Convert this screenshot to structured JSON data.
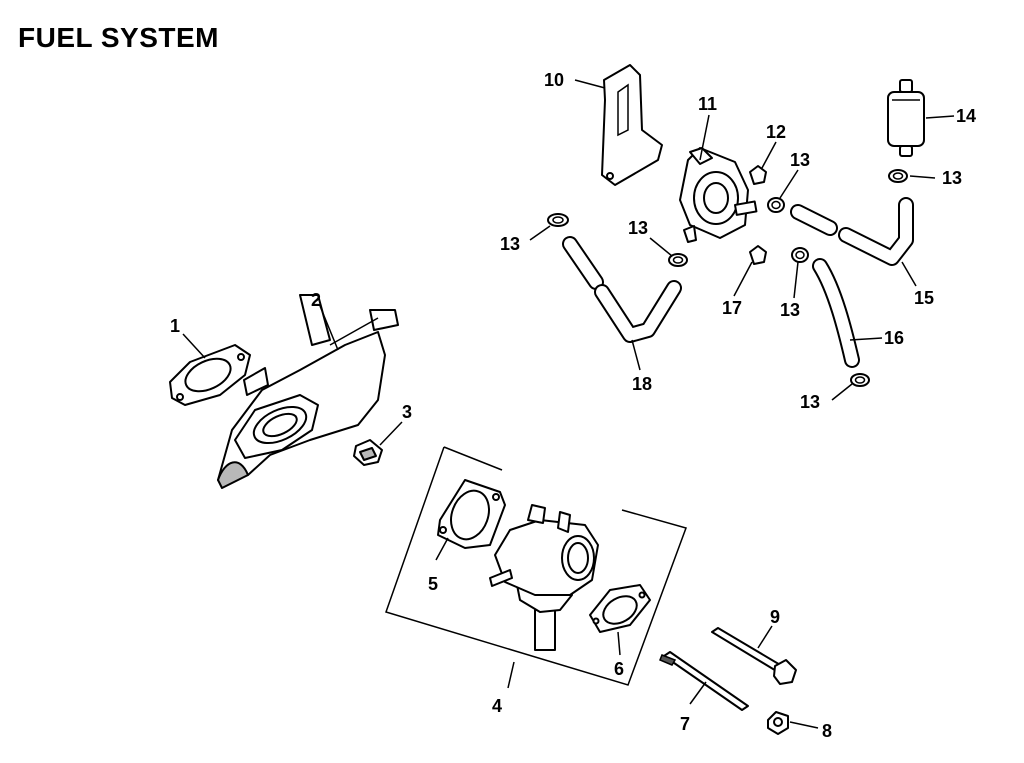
{
  "title": "FUEL SYSTEM",
  "callouts": {
    "c1": "1",
    "c2": "2",
    "c3": "3",
    "c4": "4",
    "c5": "5",
    "c6": "6",
    "c7": "7",
    "c8": "8",
    "c9": "9",
    "c10": "10",
    "c11": "11",
    "c12": "12",
    "c13a": "13",
    "c13b": "13",
    "c13c": "13",
    "c13d": "13",
    "c13e": "13",
    "c13f": "13",
    "c14": "14",
    "c15": "15",
    "c16": "16",
    "c17": "17",
    "c18": "18"
  },
  "colors": {
    "line": "#000000",
    "shade": "#b8b8b8",
    "background": "#ffffff"
  }
}
